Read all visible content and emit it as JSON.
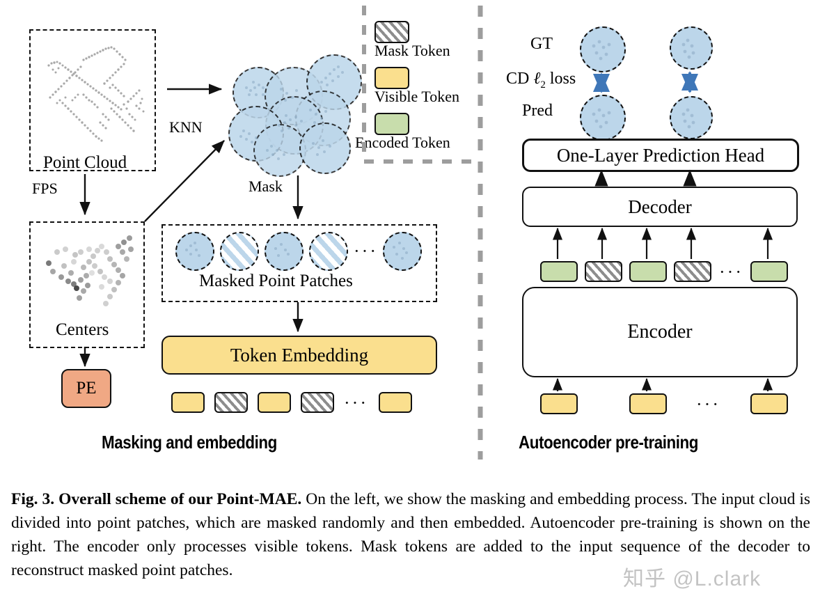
{
  "figure": {
    "legend": {
      "items": [
        {
          "label": "Mask Token",
          "style": "hatched",
          "color": "#ffffff"
        },
        {
          "label": "Visible Token",
          "style": "solid",
          "color": "#FADF8E"
        },
        {
          "label": "Encoded Token",
          "style": "solid",
          "color": "#C8DDAC"
        }
      ]
    },
    "left_panel": {
      "title": "Masking and embedding",
      "point_cloud_label": "Point Cloud",
      "centers_label": "Centers",
      "pe_label": "PE",
      "fps_label": "FPS",
      "knn_label": "KNN",
      "mask_label": "Mask",
      "masked_patches_label": "Masked Point Patches",
      "token_embedding_label": "Token Embedding",
      "ellipsis": "···",
      "patch_sequence": [
        "points",
        "striped",
        "points",
        "striped",
        "ellipsis",
        "points"
      ],
      "token_sequence": [
        "visible",
        "mask",
        "visible",
        "mask",
        "ellipsis",
        "visible"
      ]
    },
    "right_panel": {
      "title": "Autoencoder pre-training",
      "gt_label": "GT",
      "pred_label": "Pred",
      "loss_label_prefix": "CD",
      "loss_label_symbol": "ℓ",
      "loss_label_sub": "2",
      "loss_label_suffix": "loss",
      "prediction_head_label": "One-Layer Prediction Head",
      "decoder_label": "Decoder",
      "encoder_label": "Encoder",
      "ellipsis": "···",
      "decoder_input_sequence": [
        "encoded",
        "mask",
        "encoded",
        "mask",
        "ellipsis",
        "encoded"
      ],
      "encoder_input_sequence": [
        "visible",
        "visible",
        "ellipsis",
        "visible"
      ]
    },
    "colors": {
      "visible_token": "#FADF8E",
      "encoded_token": "#C8DDAC",
      "pe_box": "#F0A884",
      "patch_blue": "#BCD6EA",
      "arrow_blue": "#3f77b8",
      "divider_gray": "#9d9d9d"
    }
  },
  "caption": {
    "bold_lead": "Fig. 3. Overall scheme of our Point-MAE.",
    "body": " On the left, we show the masking and embedding process. The input cloud is divided into point patches, which are masked randomly and then embedded. Autoencoder pre-training is shown on the right. The encoder only processes visible tokens. Mask tokens are added to the input sequence of the decoder to reconstruct masked point patches."
  },
  "watermark": {
    "text": "知乎 @L.clark"
  }
}
